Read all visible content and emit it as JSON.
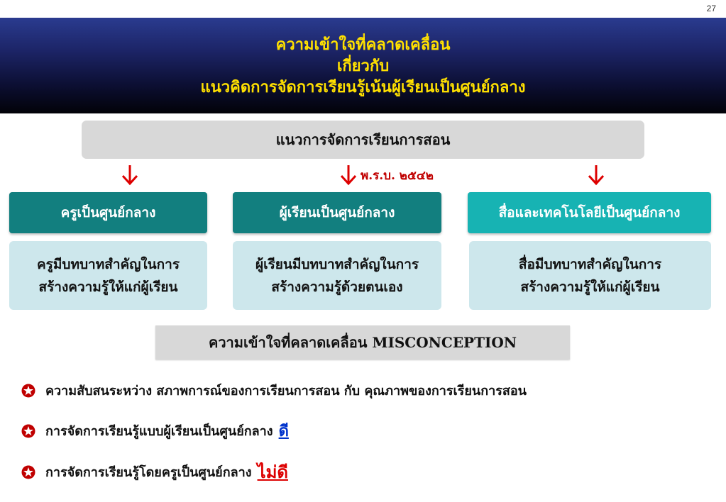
{
  "page_number": "27",
  "title": {
    "line1": "ความเข้าใจที่คลาดเคลื่อน",
    "line2": "เกี่ยวกับ",
    "line3": "แนวคิดการจัดการเรียนรู้เน้นผู้เรียนเป็นศูนย์กลาง"
  },
  "approach": "แนวการจัดการเรียนการสอน",
  "act_label": "พ.ร.บ. ๒๕๔๒",
  "centers": [
    {
      "head": "ครูเป็นศูนย์กลาง",
      "body_line1": "ครูมีบทบาทสำคัญในการ",
      "body_line2": "สร้างความรู้ให้แก่ผู้เรียน"
    },
    {
      "head": "ผู้เรียนเป็นศูนย์กลาง",
      "body_line1": "ผู้เรียนมีบทบาทสำคัญในการ",
      "body_line2": "สร้างความรู้ด้วยตนเอง"
    },
    {
      "head": "สื่อและเทคโนโลยีเป็นศูนย์กลาง",
      "body_line1": "สื่อมีบทบาทสำคัญในการ",
      "body_line2": "สร้างความรู้ให้แก่ผู้เรียน"
    }
  ],
  "misconception": "ความเข้าใจที่คลาดเคลื่อน MISCONCEPTION",
  "bullets": {
    "b1": "ความสับสนระหว่าง  สภาพการณ์ของการเรียนการสอน กับ คุณภาพของการเรียนการสอน",
    "b2": "การจัดการเรียนรู้แบบผู้เรียนเป็นศูนย์กลาง",
    "b2_emph": "ดี",
    "b3": "การจัดการเรียนรู้โดยครูเป็นศูนย์กลาง",
    "b3_emph": "ไม่ดี"
  },
  "colors": {
    "title_text": "#ffe000",
    "arrow": "#dd0000",
    "teal_dark": "#127f7f",
    "teal_light": "#17b3b3",
    "body_fill": "#cde7ec",
    "good": "#0033cc",
    "bad": "#dd0000"
  },
  "icons": {
    "arrow": "down-arrow-icon",
    "bullet": "star-circle-icon"
  }
}
